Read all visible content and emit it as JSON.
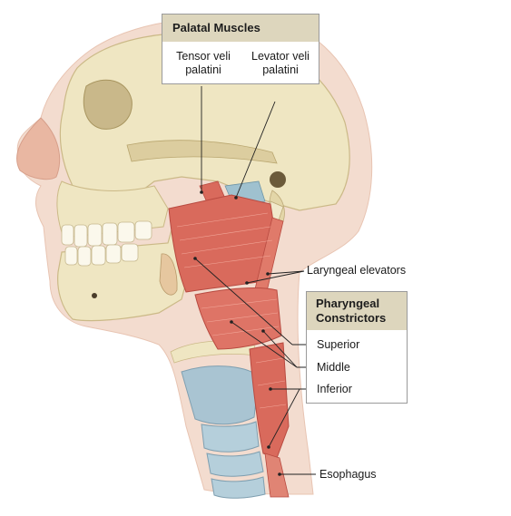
{
  "palatal_box": {
    "title": "Palatal Muscles",
    "tensor_line1": "Tensor veli",
    "tensor_line2": "palatini",
    "levator_line1": "Levator veli",
    "levator_line2": "palatini"
  },
  "pharyngeal_box": {
    "title_line1": "Pharyngeal",
    "title_line2": "Constrictors",
    "superior": "Superior",
    "middle": "Middle",
    "inferior": "Inferior"
  },
  "labels": {
    "laryngeal_elevators": "Laryngeal elevators",
    "esophagus": "Esophagus"
  },
  "colors": {
    "bone": "#efe6c2",
    "bone_shade": "#d9c998",
    "skin": "#f3dccf",
    "skin_shade": "#e8c4b2",
    "muscle": "#d96a5c",
    "muscle_dark": "#b84a40",
    "cartilage": "#a9c4d2",
    "leader": "#222222",
    "box_header": "#ddd6bd"
  }
}
